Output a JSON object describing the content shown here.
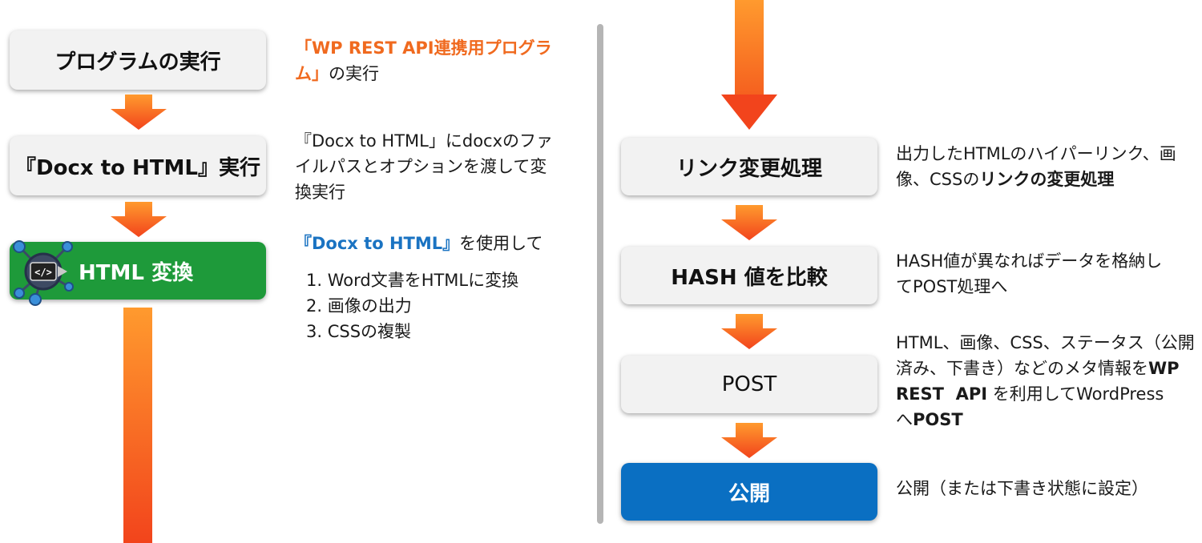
{
  "colors": {
    "orange": "#f06a1f",
    "green": "#1e9a3a",
    "blue": "#0a6fc2",
    "box_bg": "#f2f2f2",
    "divider": "#b5b5b5"
  },
  "left": {
    "box1": "プログラムの実行",
    "box2": "『Docx to HTML』実行",
    "box3": "HTML 変換",
    "box3_icon": "code-gear-icon",
    "desc1": {
      "highlight": "「WP REST API連携用プログラム」",
      "rest": "の実行"
    },
    "desc2": {
      "line1": "『Docx to HTML」にdocxのファ",
      "line2": "イルパスとオプションを渡して変",
      "line3": "換実行"
    },
    "desc3": {
      "highlight": "『Docx to HTML』",
      "rest": "を使用して",
      "items": [
        "1. Word文書をHTMLに変換",
        "2. 画像の出力",
        "3. CSSの複製"
      ]
    }
  },
  "right": {
    "box1": "リンク変更処理",
    "box2": "HASH 値を比較",
    "box3": "POST",
    "box4": "公開",
    "desc1": {
      "line1": "出力したHTMLのハイパーリンク、画",
      "line2_plain": "像、CSSの",
      "line2_bold": "リンクの変更処理"
    },
    "desc2": {
      "line1": "HASH値が異なればデータを格納し",
      "line2": "てPOST処理へ"
    },
    "desc3": {
      "line1": "HTML、画像、CSS、ステータス（公開",
      "line2_plain": "済み、下書き）などのメタ情報を",
      "line2_bold": "WP",
      "line3_bold": "REST  API",
      "line3_plain": " を利用してWordPress",
      "line4_plain": "へ",
      "line4_bold": "POST"
    },
    "desc4": "公開（または下書き状態に設定）"
  }
}
